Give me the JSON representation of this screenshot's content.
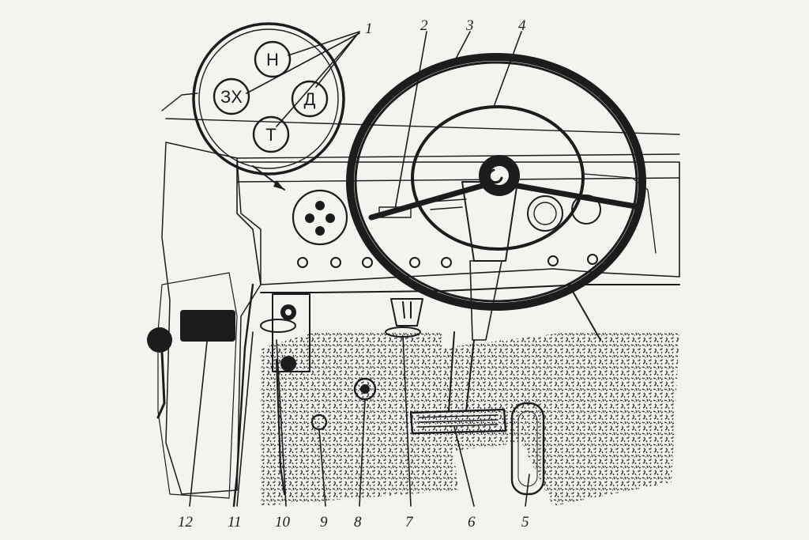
{
  "diagram": {
    "gear_labels": {
      "neutral": "Н",
      "drive": "Д",
      "low": "Т",
      "reverse": "ЗХ"
    },
    "callouts": [
      "1",
      "2",
      "3",
      "4",
      "5",
      "6",
      "7",
      "8",
      "9",
      "10",
      "11",
      "12"
    ]
  },
  "colors": {
    "ink": "#1c1c1c",
    "paper": "#f4f3f0",
    "floor_speckle": "#2a2a2a"
  }
}
